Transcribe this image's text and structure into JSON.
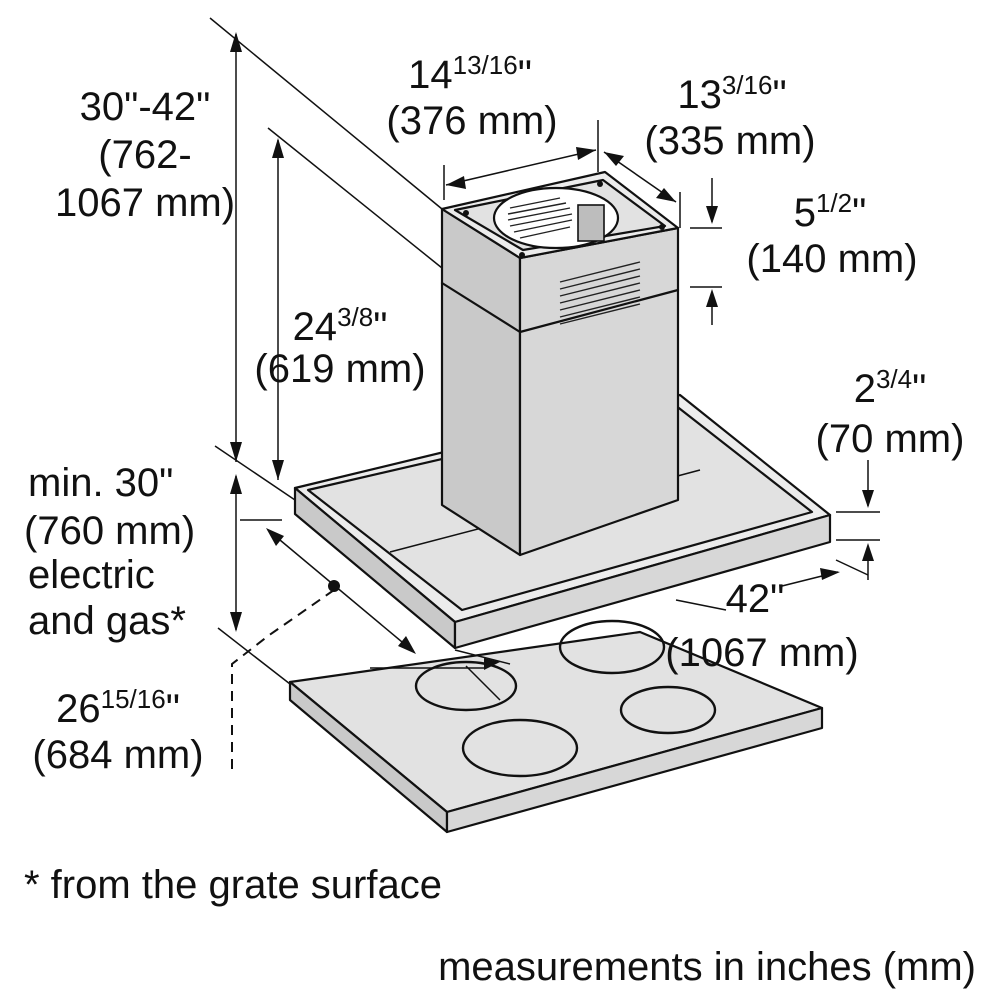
{
  "dimensions": {
    "chimney_height_range": {
      "line1": "30\"-42\"",
      "line2": "(762-",
      "line3": "1067 mm)"
    },
    "chimney_cover_height": {
      "whole": "24",
      "frac": "3/8",
      "unit": "\"",
      "mm": "(619 mm)"
    },
    "chimney_width": {
      "whole": "14",
      "frac": "13/16",
      "unit": "\"",
      "mm": "(376 mm)"
    },
    "chimney_depth": {
      "whole": "13",
      "frac": "3/16",
      "unit": "\"",
      "mm": "(335 mm)"
    },
    "duct_collar_height": {
      "whole": "5",
      "frac": "1/2",
      "unit": "\"",
      "mm": "(140 mm)"
    },
    "canopy_thickness": {
      "whole": "2",
      "frac": "3/4",
      "unit": "\"",
      "mm": "(70 mm)"
    },
    "canopy_width": {
      "inch": "42\"",
      "mm": "(1067 mm)"
    },
    "mounting_height": {
      "line1": "min. 30\"",
      "line2": "(760 mm)",
      "line3": "electric",
      "line4": "and gas*"
    },
    "canopy_depth": {
      "whole": "26",
      "frac": "15/16",
      "unit": "\"",
      "mm": "(684 mm)"
    }
  },
  "footnote": "* from the grate surface",
  "units_note": "measurements in inches (mm)"
}
